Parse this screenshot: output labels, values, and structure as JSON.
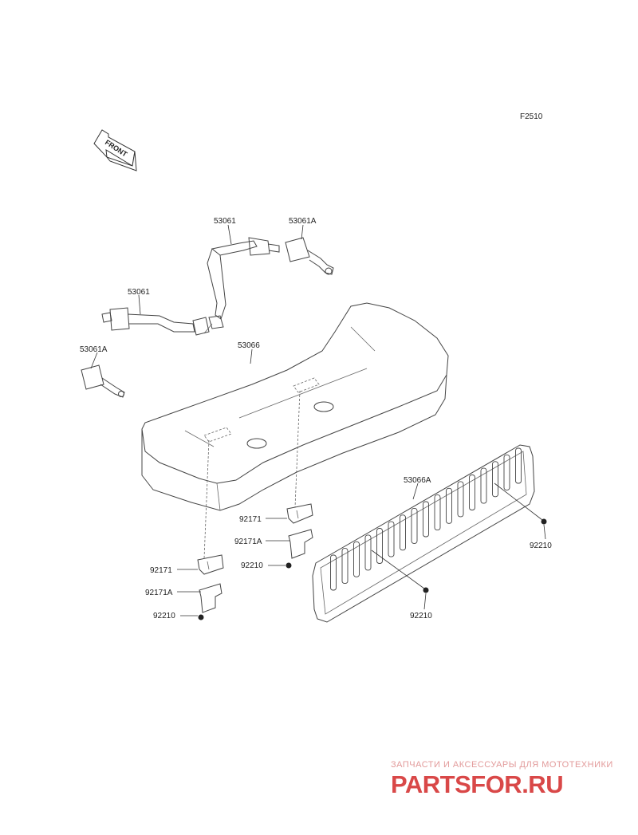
{
  "figure_code": "F2510",
  "front_arrow": "FRONT",
  "labels": {
    "belt_right": "53061",
    "buckle_right": "53061A",
    "belt_left": "53061",
    "buckle_left": "53061A",
    "seat": "53066",
    "back_panel": "53066A",
    "bracket_rear": "92171",
    "bracket_rear_a": "92171A",
    "nut_rear": "92210",
    "bracket_front": "92171",
    "bracket_front_a": "92171A",
    "nut_front": "92210",
    "nut_panel_right": "92210",
    "nut_panel_left": "92210"
  },
  "watermark": {
    "tagline": "ЗАПЧАСТИ И АКСЕССУАРЫ ДЛЯ МОТОТЕХНИКИ",
    "logo": "PARTSFOR.RU"
  }
}
